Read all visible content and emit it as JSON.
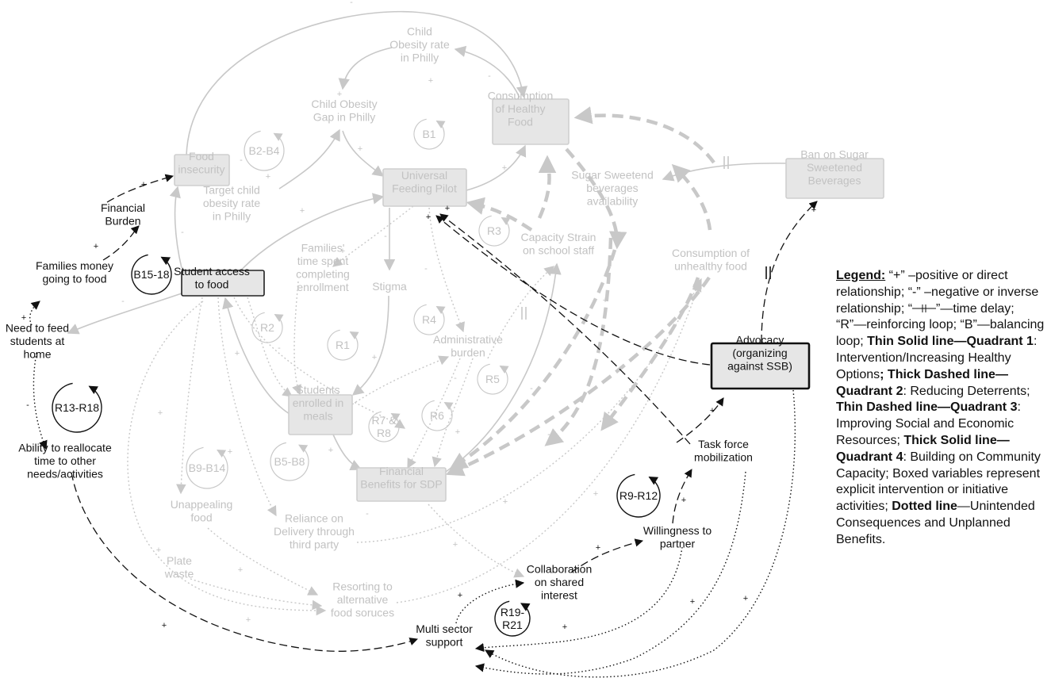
{
  "colors": {
    "faded_text": "#c2c2c2",
    "faded_line": "#c8c8c8",
    "faded_box_fill": "#e6e6e6",
    "faded_box_border": "#cfcfcf",
    "dark": "#111111",
    "legend_text": "#111111"
  },
  "variables": [
    {
      "id": "child-obesity-rate",
      "lines": [
        "Child",
        "Obesity rate",
        "in Philly"
      ],
      "boxed": false,
      "state": "faded"
    },
    {
      "id": "child-obesity-gap",
      "lines": [
        "Child Obesity",
        "Gap in Philly"
      ],
      "boxed": false,
      "state": "faded"
    },
    {
      "id": "consumption-healthy",
      "lines": [
        "Consumption",
        "of Healthy",
        "Food"
      ],
      "boxed": true,
      "state": "faded"
    },
    {
      "id": "food-insecurity",
      "lines": [
        "Food",
        "insecurity"
      ],
      "boxed": true,
      "state": "faded"
    },
    {
      "id": "universal-feeding",
      "lines": [
        "Universal",
        "Feeding Pilot"
      ],
      "boxed": true,
      "state": "faded"
    },
    {
      "id": "ban-ssb",
      "lines": [
        "Ban on Sugar",
        "Sweetened",
        "Beverages"
      ],
      "boxed": true,
      "state": "faded"
    },
    {
      "id": "sugar-availability",
      "lines": [
        "Sugar Sweetend",
        "beverages",
        "availability"
      ],
      "boxed": false,
      "state": "faded"
    },
    {
      "id": "target-rate",
      "lines": [
        "Target child",
        "obesity rate",
        "in Philly"
      ],
      "boxed": false,
      "state": "faded"
    },
    {
      "id": "capacity-strain",
      "lines": [
        "Capacity Strain",
        "on school staff"
      ],
      "boxed": false,
      "state": "faded"
    },
    {
      "id": "consumption-unhealthy",
      "lines": [
        "Consumption of",
        "unhealthy food"
      ],
      "boxed": false,
      "state": "faded"
    },
    {
      "id": "student-access",
      "lines": [
        "Student access",
        "to food"
      ],
      "boxed": true,
      "state": "dark-border"
    },
    {
      "id": "families-time",
      "lines": [
        "Families'",
        "time spent",
        "completing",
        "enrollment"
      ],
      "boxed": false,
      "state": "faded"
    },
    {
      "id": "stigma",
      "lines": [
        "Stigma"
      ],
      "boxed": false,
      "state": "faded"
    },
    {
      "id": "admin-burden",
      "lines": [
        "Administrative",
        "burden"
      ],
      "boxed": false,
      "state": "faded"
    },
    {
      "id": "students-enrolled",
      "lines": [
        "Students",
        "enrolled in",
        "meals"
      ],
      "boxed": true,
      "state": "faded"
    },
    {
      "id": "financial-benefits",
      "lines": [
        "Financial",
        "Benefits for SDP"
      ],
      "boxed": true,
      "state": "faded"
    },
    {
      "id": "unappealing-food",
      "lines": [
        "Unappealing",
        "food"
      ],
      "boxed": false,
      "state": "faded"
    },
    {
      "id": "reliance-delivery",
      "lines": [
        "Reliance on",
        "Delivery through",
        "third party"
      ],
      "boxed": false,
      "state": "faded"
    },
    {
      "id": "plate-waste",
      "lines": [
        "Plate",
        "waste"
      ],
      "boxed": false,
      "state": "faded"
    },
    {
      "id": "resorting-alternative",
      "lines": [
        "Resorting to",
        "alternative",
        "food soruces"
      ],
      "boxed": false,
      "state": "faded"
    },
    {
      "id": "financial-burden",
      "lines": [
        "Financial",
        "Burden"
      ],
      "boxed": false,
      "state": "dark"
    },
    {
      "id": "families-money",
      "lines": [
        "Families money",
        "going to food"
      ],
      "boxed": false,
      "state": "dark"
    },
    {
      "id": "need-feed",
      "lines": [
        "Need to feed",
        "students at",
        "home"
      ],
      "boxed": false,
      "state": "dark"
    },
    {
      "id": "ability-reallocate",
      "lines": [
        "Ability to reallocate",
        "time to other",
        "needs/activities"
      ],
      "boxed": false,
      "state": "dark"
    },
    {
      "id": "advocacy",
      "lines": [
        "Advocacy",
        "(organizing",
        "against SSB)"
      ],
      "boxed": true,
      "state": "dark-bold"
    },
    {
      "id": "task-force",
      "lines": [
        "Task force",
        "mobilization"
      ],
      "boxed": false,
      "state": "dark"
    },
    {
      "id": "willingness",
      "lines": [
        "Willingness to",
        "partner"
      ],
      "boxed": false,
      "state": "dark"
    },
    {
      "id": "collaboration",
      "lines": [
        "Collaboration",
        "on shared",
        "interest"
      ],
      "boxed": false,
      "state": "dark"
    },
    {
      "id": "multi-sector",
      "lines": [
        "Multi sector",
        "support"
      ],
      "boxed": false,
      "state": "dark"
    }
  ],
  "loops": [
    {
      "id": "loop-b1",
      "label": "B1",
      "state": "faded"
    },
    {
      "id": "loop-b2b4",
      "label": "B2-B4",
      "state": "faded"
    },
    {
      "id": "loop-r3",
      "label": "R3",
      "state": "faded"
    },
    {
      "id": "loop-b15",
      "label": "B15-18",
      "state": "dark"
    },
    {
      "id": "loop-r2",
      "label": "R2",
      "state": "faded"
    },
    {
      "id": "loop-r4",
      "label": "R4",
      "state": "faded"
    },
    {
      "id": "loop-r1",
      "label": "R1",
      "state": "faded"
    },
    {
      "id": "loop-r5",
      "label": "R5",
      "state": "faded"
    },
    {
      "id": "loop-r13",
      "label": "R13-R18",
      "state": "dark"
    },
    {
      "id": "loop-r6",
      "label": "R6",
      "state": "faded"
    },
    {
      "id": "loop-r7",
      "label": "R7 &\nR8",
      "state": "faded"
    },
    {
      "id": "loop-b9",
      "label": "B9-B14",
      "state": "faded"
    },
    {
      "id": "loop-b5",
      "label": "B5-B8",
      "state": "faded"
    },
    {
      "id": "loop-r9",
      "label": "R9-R12",
      "state": "dark"
    },
    {
      "id": "loop-r19",
      "label": "R19-\nR21",
      "state": "dark"
    }
  ],
  "polarity_signs": {
    "plus": "+",
    "minus": "-"
  },
  "legend": {
    "heading": "Legend:",
    "plus_term": "“+”",
    "plus_text": " –positive or direct relationship; ",
    "minus_term": "“-”",
    "minus_text": "  –negative or inverse relationship; ",
    "delay_open": "“",
    "delay_text": "”—time delay; “R”—reinforcing loop; “B”—balancing loop; ",
    "q1_term": "Thin Solid line—Quadrant 1",
    "q1_text": ": Intervention/Increasing Healthy Options",
    "q2_term": "; Thick Dashed line—Quadrant 2",
    "q2_text": ": Reducing Deterrents; ",
    "q3_term": "Thin Dashed line—Quadrant 3",
    "q3_text": ": Improving Social and Economic Resources; ",
    "q4_term": "Thick Solid line—Quadrant 4",
    "q4_text": ": Building on Community Capacity; Boxed variables represent explicit intervention or initiative activities; ",
    "dotted_term": "Dotted line",
    "dotted_text": "—Unintended Consequences and Unplanned Benefits."
  }
}
